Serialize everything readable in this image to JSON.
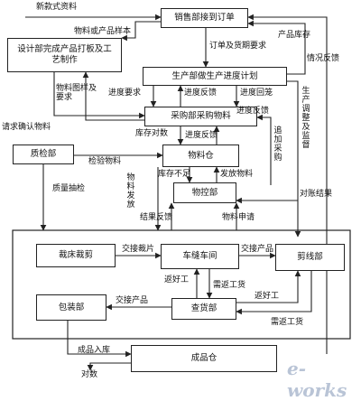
{
  "nodes": {
    "sales": "销售部接到订单",
    "design": "设计部完成产品打板及工艺制作",
    "production": "生产部做生产进度计划",
    "purchase": "采购部采购物料",
    "quality": "质检部",
    "warehouse": "物料仓",
    "control": "物控部",
    "cutting": "裁床裁剪",
    "sewing": "车缝车间",
    "trimming": "剪线部",
    "inspection": "查货部",
    "packing": "包装部",
    "finished": "成品仓"
  },
  "edges": {
    "new_sample": "新款式资料",
    "sample_goods": "物料或产品样本",
    "order_delivery": "订单及货期要求",
    "stock": "产品库存",
    "status_feedback": "情况反馈",
    "material_sample": "物料图样及要求",
    "progress_req": "进度要求",
    "progress_fb1": "进度反馈",
    "progress_return": "进度回笼",
    "progress_fb2": "进度反馈",
    "confirm_material": "请求确认物料",
    "stock_check": "库存对数",
    "progress_fb3": "进度反馈",
    "add_purchase": "追加采购",
    "adjust_supervise": "生产调整及监督",
    "inspect_material": "检验物料",
    "stock_short": "库存不足",
    "issue_material": "发放物料",
    "material_issue": "物料发放",
    "quality_sample": "质量抽检",
    "reconcile": "对账结果",
    "result_fb": "结果反馈",
    "material_request": "物料申请",
    "handover_cut": "交接裁片",
    "handover_prod1": "交接产品",
    "rework1": "返好工",
    "need_rework1": "需返工货",
    "rework2": "返好工",
    "handover_prod2": "交接产品",
    "need_rework2": "需返工货",
    "finished_in": "成品入库",
    "count": "对数"
  },
  "watermark": "e-works",
  "colors": {
    "line": "#222222",
    "box_border": "#222222",
    "watermark": "#b9c4d6"
  }
}
